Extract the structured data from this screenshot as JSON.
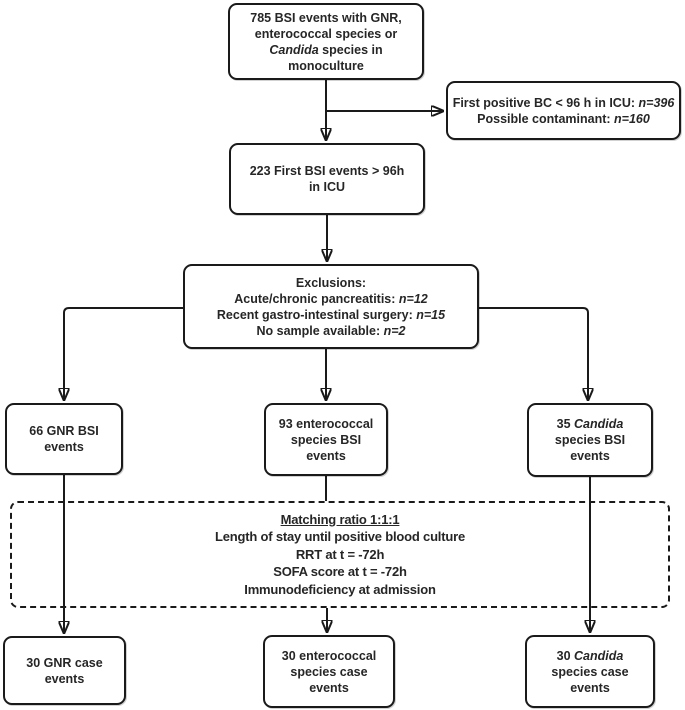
{
  "flowchart": {
    "title": "BSI matching flow diagram",
    "colors": {
      "line": "#1a1a1a",
      "text": "#262626",
      "box_bg": "#ffffff"
    },
    "boxes": {
      "initial": {
        "lines": [
          [
            {
              "t": "785 BSI events with GNR,"
            }
          ],
          [
            {
              "t": "enterococcal species or"
            }
          ],
          [
            {
              "t": "Candida",
              "i": true
            },
            {
              "t": " species in"
            }
          ],
          [
            {
              "t": "monoculture"
            }
          ]
        ]
      },
      "icu_filter": {
        "lines": [
          [
            {
              "t": "First positive BC < 96 h in ICU: "
            },
            {
              "t": "n=396",
              "i": true
            }
          ],
          [
            {
              "t": "Possible contaminant: "
            },
            {
              "t": "n=160",
              "i": true
            }
          ]
        ]
      },
      "first_bsi": {
        "lines": [
          [
            {
              "t": "223 First BSI events > 96h"
            }
          ],
          [
            {
              "t": "in ICU"
            }
          ]
        ]
      },
      "exclusions": {
        "lines": [
          [
            {
              "t": "Exclusions:"
            }
          ],
          [
            {
              "t": "Acute/chronic pancreatitis: "
            },
            {
              "t": "n=12",
              "i": true
            }
          ],
          [
            {
              "t": "Recent gastro-intestinal surgery: "
            },
            {
              "t": "n=15",
              "i": true
            }
          ],
          [
            {
              "t": "No sample available: "
            },
            {
              "t": "n=2",
              "i": true
            }
          ]
        ]
      },
      "gnr_bsi": {
        "lines": [
          [
            {
              "t": "66 GNR BSI"
            }
          ],
          [
            {
              "t": "events"
            }
          ]
        ]
      },
      "entero_bsi": {
        "lines": [
          [
            {
              "t": "93 enterococcal"
            }
          ],
          [
            {
              "t": "species BSI"
            }
          ],
          [
            {
              "t": "events"
            }
          ]
        ]
      },
      "candida_bsi": {
        "lines": [
          [
            {
              "t": "35 "
            },
            {
              "t": "Candida",
              "i": true
            }
          ],
          [
            {
              "t": "species BSI"
            }
          ],
          [
            {
              "t": "events"
            }
          ]
        ]
      },
      "matching": {
        "lines": [
          [
            {
              "t": "Matching ratio 1:1:1",
              "u": true
            }
          ],
          [
            {
              "t": "Length of stay until positive blood culture"
            }
          ],
          [
            {
              "t": "RRT at t = -72h"
            }
          ],
          [
            {
              "t": "SOFA score at t = -72h"
            }
          ],
          [
            {
              "t": "Immunodeficiency at admission"
            }
          ]
        ]
      },
      "gnr_case": {
        "lines": [
          [
            {
              "t": "30 GNR case"
            }
          ],
          [
            {
              "t": "events"
            }
          ]
        ]
      },
      "entero_case": {
        "lines": [
          [
            {
              "t": "30 enterococcal"
            }
          ],
          [
            {
              "t": "species case"
            }
          ],
          [
            {
              "t": "events"
            }
          ]
        ]
      },
      "candida_case": {
        "lines": [
          [
            {
              "t": "30 "
            },
            {
              "t": "Candida",
              "i": true
            }
          ],
          [
            {
              "t": "species case"
            }
          ],
          [
            {
              "t": "events"
            }
          ]
        ]
      }
    }
  }
}
